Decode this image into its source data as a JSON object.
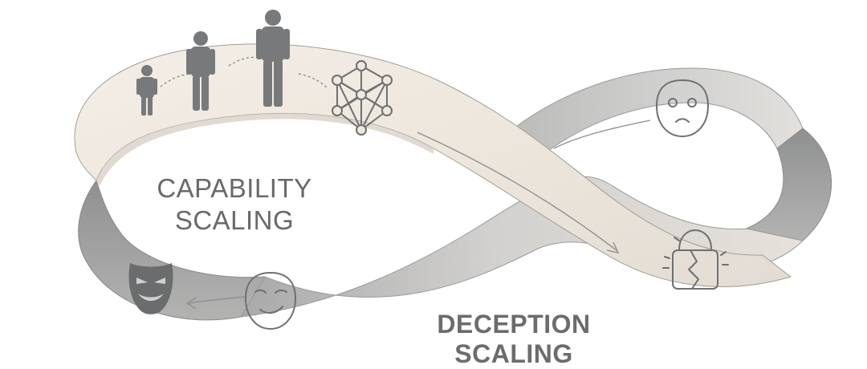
{
  "labels": {
    "capability_line1": "CAPABILITY",
    "capability_line2": "SCALING",
    "deception_line1": "DECEPTION",
    "deception_line2": "SCALING"
  },
  "colors": {
    "front_band": "#efe8df",
    "back_band": "#c9c9c8",
    "under_band": "#9d9e9e",
    "icon": "#6e7072",
    "text": "#67696b"
  },
  "icons": [
    "child-silhouette-icon",
    "teen-silhouette-icon",
    "adult-silhouette-icon",
    "neural-network-icon",
    "neutral-mask-icon",
    "broken-padlock-icon",
    "smirking-mask-icon",
    "evil-mask-icon"
  ]
}
